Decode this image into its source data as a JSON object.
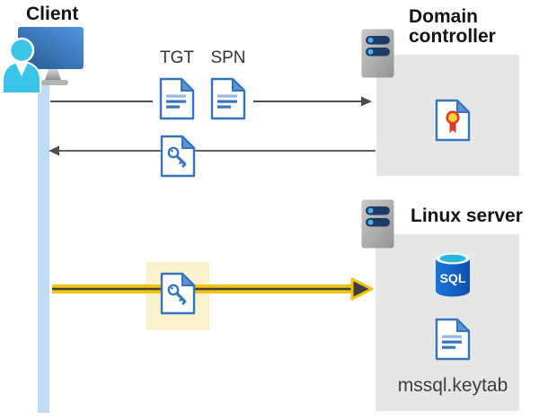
{
  "diagram": {
    "client": {
      "label": "Client"
    },
    "domain_controller": {
      "label": "Domain controller"
    },
    "linux_server": {
      "label": "Linux server"
    },
    "tickets": {
      "tgt_label": "TGT",
      "spn_label": "SPN"
    },
    "sql_badge": "SQL",
    "keytab_label": "mssql.keytab"
  },
  "icons": {
    "client": "user-at-computer-icon",
    "domain_controller": "server-icon",
    "linux_server": "server-icon",
    "tgt": "document-icon",
    "spn": "document-icon",
    "service_ticket": "key-document-icon",
    "highlighted_ticket": "key-document-icon",
    "certificate": "certificate-icon",
    "database": "sql-database-icon",
    "keytab_file": "document-icon"
  },
  "colors": {
    "timeline_blue": "#c1dbf9",
    "panel_gray": "#e6e6e6",
    "doc_border_blue": "#3674c0",
    "doc_line_light": "#93b9e4",
    "doc_line_dark": "#3674c0",
    "arrow_gray": "#4d4d4d",
    "highlight_yellow": "#f0c30f",
    "highlight_cream": "#faf3cd",
    "person_cyan": "#3cc3e8",
    "monitor_blue": "#3a77c2",
    "server_bar_navy": "#1e3a69",
    "server_dot_cyan": "#43b5e8",
    "sql_body_blue": "#1261c7",
    "sql_top_cyan": "#2ab4dc",
    "cert_red": "#d8382e",
    "cert_yellow": "#ffd23c"
  }
}
